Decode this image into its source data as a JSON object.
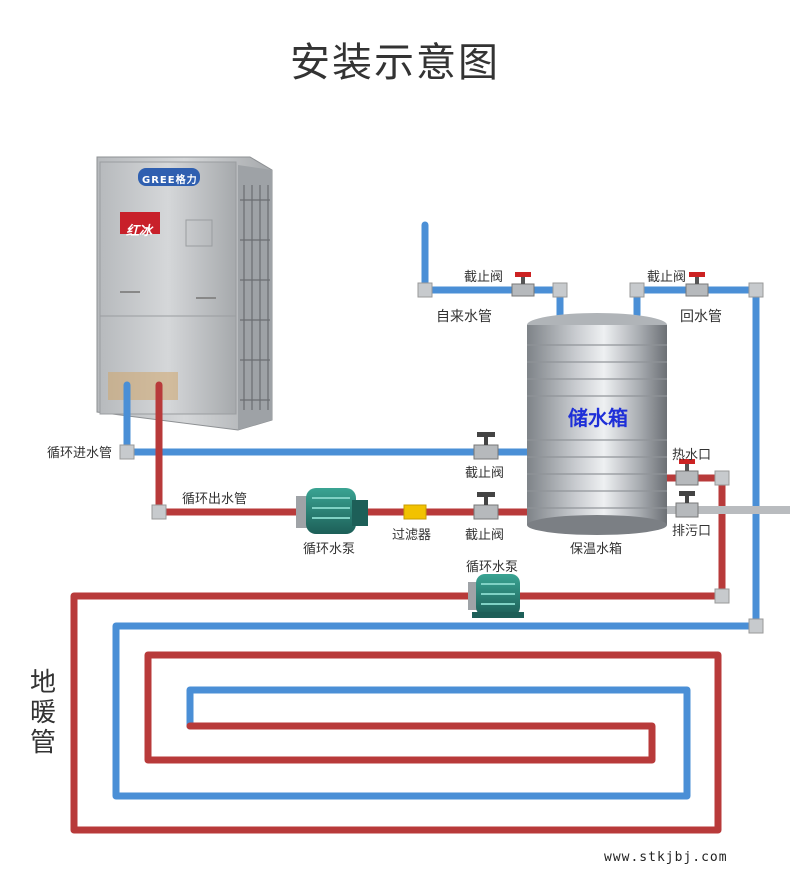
{
  "title": "安装示意图",
  "unit": {
    "brand": "GREE格力",
    "sub_brand": "红冰"
  },
  "labels": {
    "valve_top_left": "截止阀",
    "tap_water_pipe": "自来水管",
    "valve_top_right": "截止阀",
    "return_pipe": "回水管",
    "circ_inlet_pipe": "循环进水管",
    "valve_mid": "截止阀",
    "circ_outlet_pipe": "循环出水管",
    "circ_pump_1": "循环水泵",
    "filter": "过滤器",
    "valve_low": "截止阀",
    "insulated_tank": "保温水箱",
    "hot_water_outlet": "热水口",
    "drain_outlet": "排污口",
    "circ_pump_2": "循环水泵"
  },
  "tank_title": "储水箱",
  "floor_heating": [
    "地",
    "暖",
    "管"
  ],
  "website": "www.stkjbj.com",
  "colors": {
    "hot_pipe": "#b83a3a",
    "cold_pipe": "#4a8fd6",
    "tank_blue_text": "#1e2fd8",
    "pump": "#2a8a7e",
    "filter": "#f2c200",
    "valve_handle": "#cc2222"
  }
}
